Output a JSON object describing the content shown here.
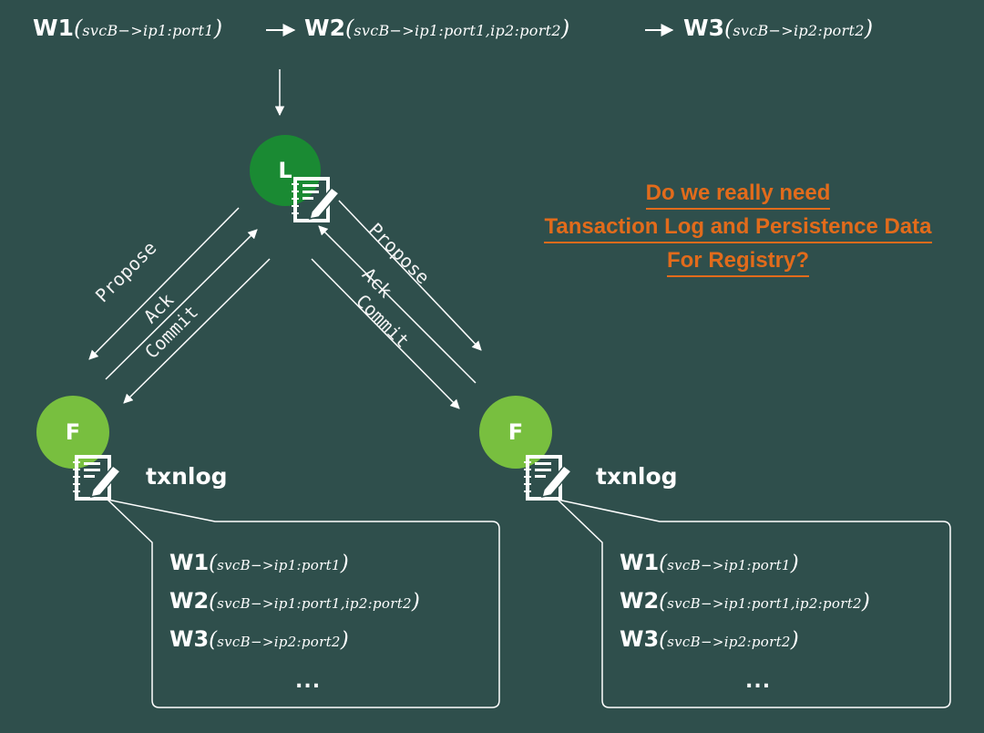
{
  "writes": [
    {
      "name": "W1",
      "detail": "svcB−>ip1:port1"
    },
    {
      "name": "W2",
      "detail": "svcB−>ip1:port1,ip2:port2"
    },
    {
      "name": "W3",
      "detail": "svcB−>ip2:port2"
    }
  ],
  "nodes": {
    "leader": {
      "label": "L"
    },
    "follower_left": {
      "label": "F"
    },
    "follower_right": {
      "label": "F"
    }
  },
  "edges": {
    "left": [
      "Propose",
      "Ack",
      "Commit"
    ],
    "right": [
      "Propose",
      "Ack",
      "Commit"
    ]
  },
  "txnlog_label": "txnlog",
  "logs": {
    "left": {
      "entries": [
        {
          "name": "W1",
          "detail": "svcB−>ip1:port1"
        },
        {
          "name": "W2",
          "detail": "svcB−>ip1:port1,ip2:port2"
        },
        {
          "name": "W3",
          "detail": "svcB−>ip2:port2"
        }
      ],
      "ellipsis": "..."
    },
    "right": {
      "entries": [
        {
          "name": "W1",
          "detail": "svcB−>ip1:port1"
        },
        {
          "name": "W2",
          "detail": "svcB−>ip1:port1,ip2:port2"
        },
        {
          "name": "W3",
          "detail": "svcB−>ip2:port2"
        }
      ],
      "ellipsis": "..."
    }
  },
  "question": [
    "Do we really need",
    "Tansaction Log and Persistence Data",
    "For Registry?"
  ],
  "colors": {
    "background": "#2f4f4c",
    "leader": "#1a8a33",
    "follower": "#78bf3f",
    "question": "#e26b1b"
  }
}
